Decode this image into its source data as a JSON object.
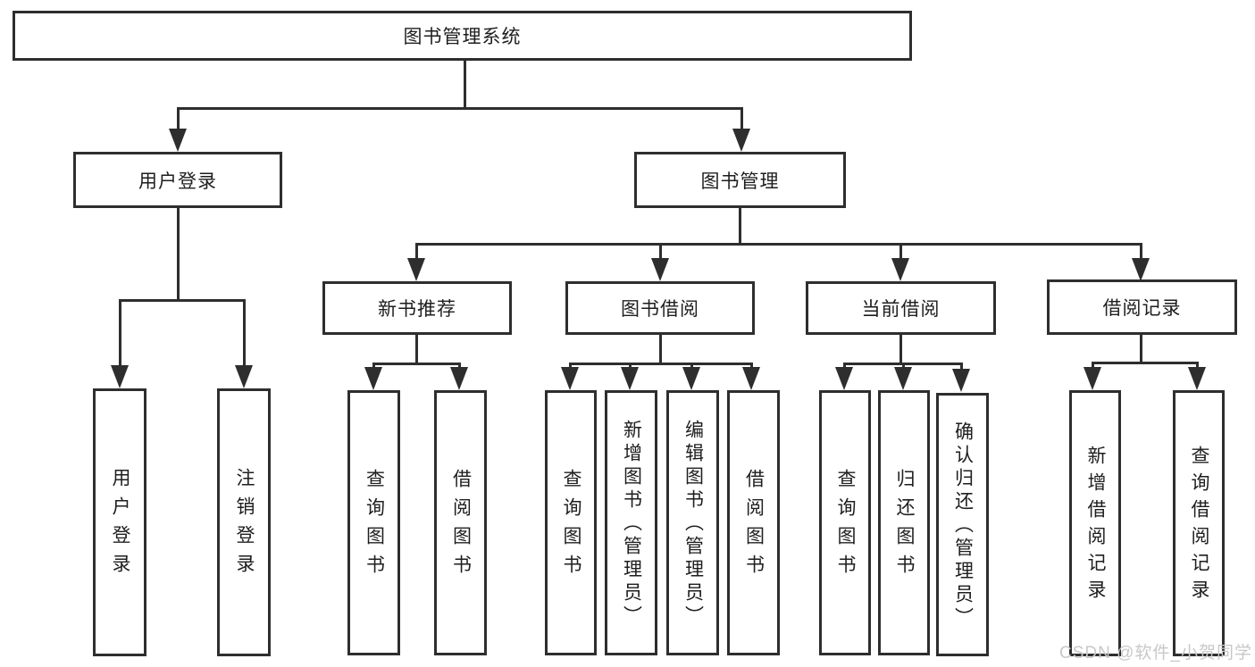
{
  "diagram": {
    "type": "org-tree",
    "line_color": "#2e2e2e",
    "box_border_color": "#2e2e2e",
    "text_color": "#1e1e1e",
    "background_color": "#ffffff"
  },
  "nodes": {
    "root": "图书管理系统",
    "login_group": "用户登录",
    "book_mgmt": "图书管理",
    "new_book_rec": "新书推荐",
    "book_borrow": "图书借阅",
    "current_borrow": "当前借阅",
    "borrow_records": "借阅记录",
    "user_login": "用户登录",
    "logout": "注销登录",
    "nbr_query": "查询图书",
    "nbr_borrow": "借阅图书",
    "bb_query": "查询图书",
    "bb_add": "新增图书（管理员）",
    "bb_edit": "编辑图书（管理员）",
    "bb_borrow": "借阅图书",
    "cb_query": "查询图书",
    "cb_return": "归还图书",
    "cb_confirm": "确认归还（管理员）",
    "br_add": "新增借阅记录",
    "br_query": "查询借阅记录"
  },
  "watermark": {
    "text": "CSDN @软件_小贺同学",
    "color": "#c8c8c8"
  }
}
